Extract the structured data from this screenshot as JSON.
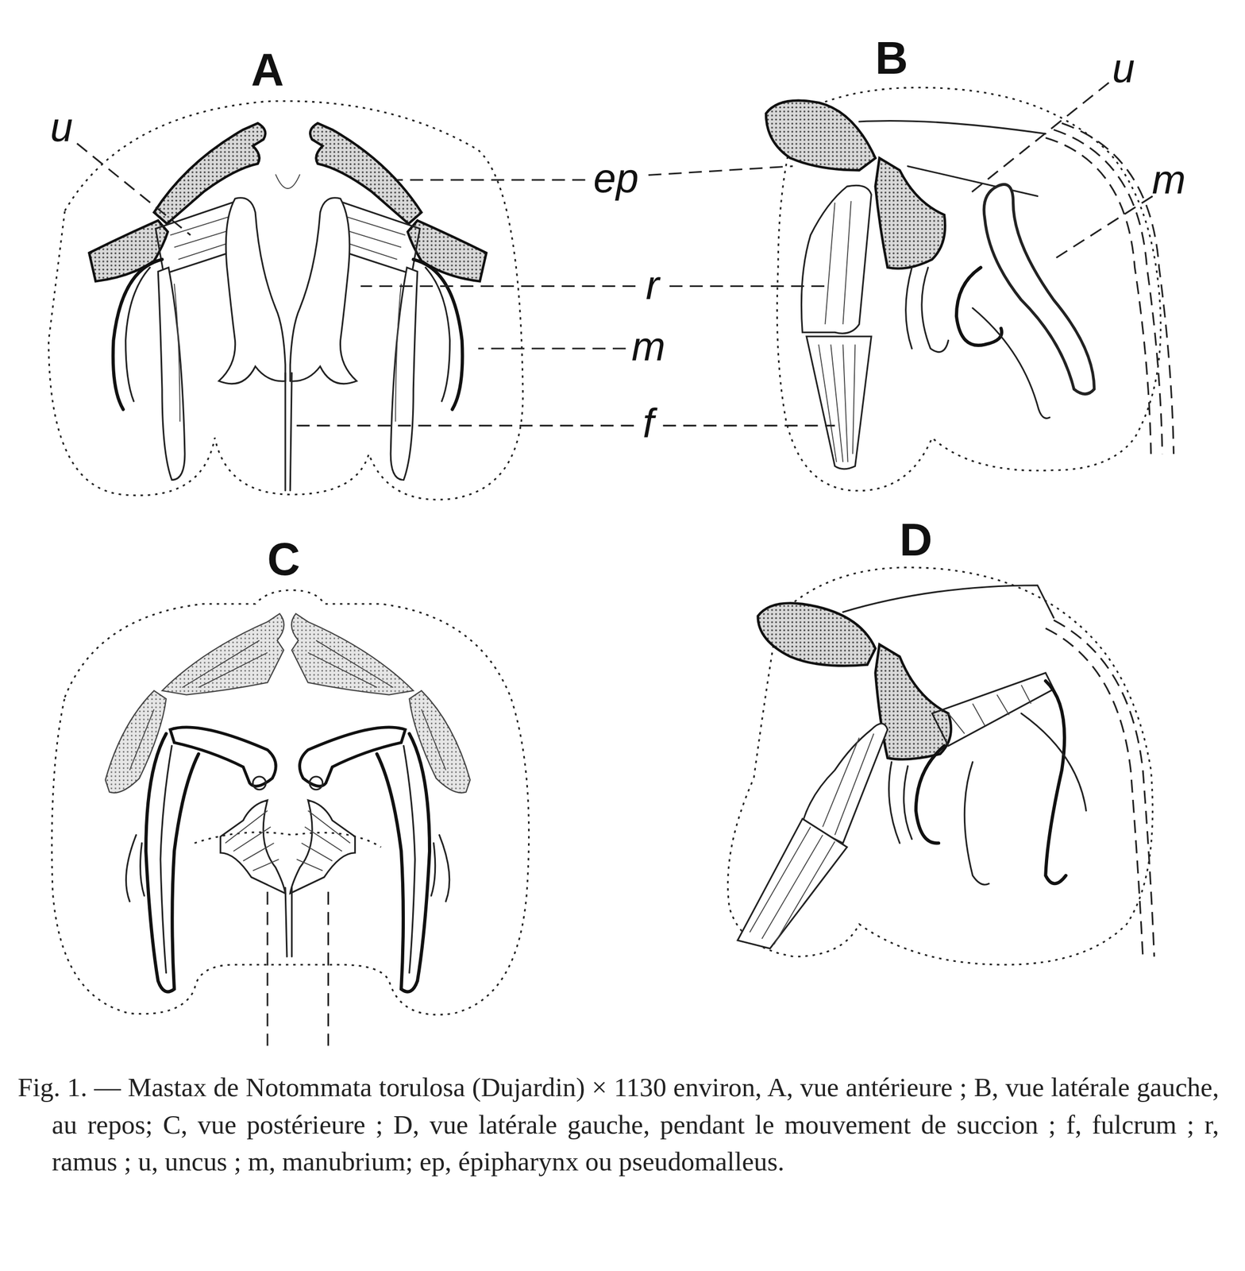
{
  "diagram": {
    "caption": "Fig. 1. — Mastax de Notommata torulosa (Dujardin) × 1130 environ, A, vue antérieure ; B, vue latérale gauche, au repos; C, vue postérieure ; D, vue latérale gauche, pendant le mouvement de succion ; f, fulcrum ; r, ramus ; u, uncus ; m, manubrium; ep, épipharynx ou pseudomalleus.",
    "labels": [
      "A",
      "B",
      "u",
      "u",
      "ep",
      "m",
      "r",
      "m",
      "f",
      "C",
      "D"
    ]
  }
}
